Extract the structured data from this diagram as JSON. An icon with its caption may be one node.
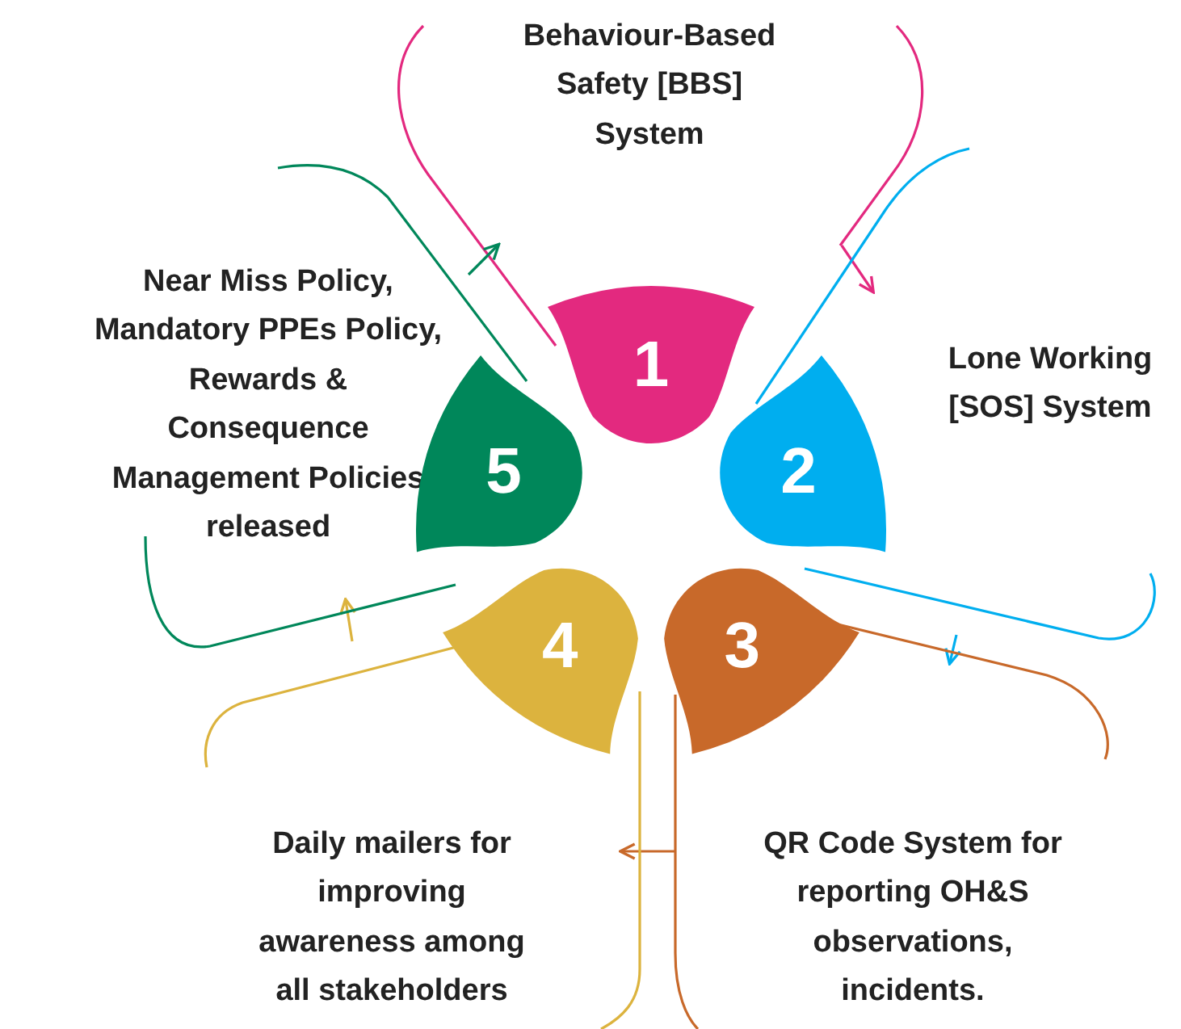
{
  "diagram": {
    "nodes": [
      {
        "text": [
          "1"
        ]
      },
      {
        "text": [
          "2"
        ]
      },
      {
        "text": [
          "3"
        ]
      },
      {
        "text": [
          "4"
        ]
      },
      {
        "text": [
          "5"
        ]
      }
    ],
    "labels": [
      "Behaviour-Based Safety [BBS] System",
      "Near Miss Policy, Mandatory PPEs Policy, Rewards & Consequence Management Policies released",
      "Lone Working [SOS] System",
      "Daily mailers for improving awareness among all stakeholders",
      "QR Code System for reporting OH&S observations, incidents."
    ]
  }
}
